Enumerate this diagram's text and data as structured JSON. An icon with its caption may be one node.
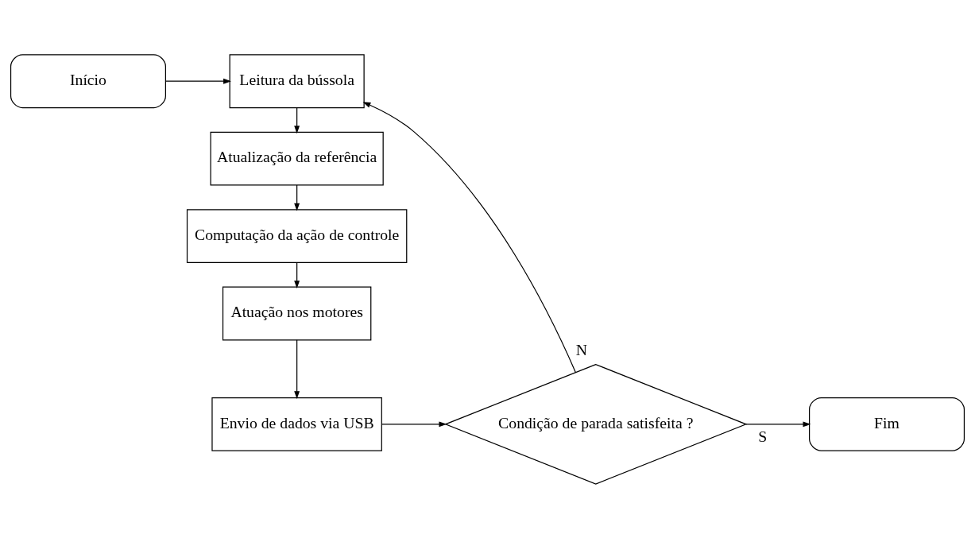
{
  "diagram": {
    "nodes": [
      {
        "text": [
          "Início"
        ]
      },
      {
        "text": [
          "Leitura da bússola"
        ]
      },
      {
        "text": [
          "Atualização da referência"
        ]
      },
      {
        "text": [
          "Computação da ação de controle"
        ]
      },
      {
        "text": [
          "Atuação nos motores"
        ]
      },
      {
        "text": [
          "Envio de dados via USB"
        ]
      },
      {
        "text": [
          "Condição de parada satisfeita ?"
        ]
      },
      {
        "text": [
          "Fim"
        ]
      }
    ],
    "edges": [
      {
        "from": 0,
        "to": 1,
        "arrow": "to"
      },
      {
        "from": 1,
        "to": 2,
        "arrow": "to"
      },
      {
        "from": 2,
        "to": 3,
        "arrow": "to"
      },
      {
        "from": 3,
        "to": 4,
        "arrow": "to"
      },
      {
        "from": 4,
        "to": 5,
        "arrow": "to"
      },
      {
        "from": 5,
        "to": 6,
        "arrow": "to"
      },
      {
        "from": 6,
        "to": 1,
        "arrow": "to",
        "label": "N"
      },
      {
        "from": 6,
        "to": 7,
        "arrow": "to",
        "label": "S"
      }
    ]
  }
}
